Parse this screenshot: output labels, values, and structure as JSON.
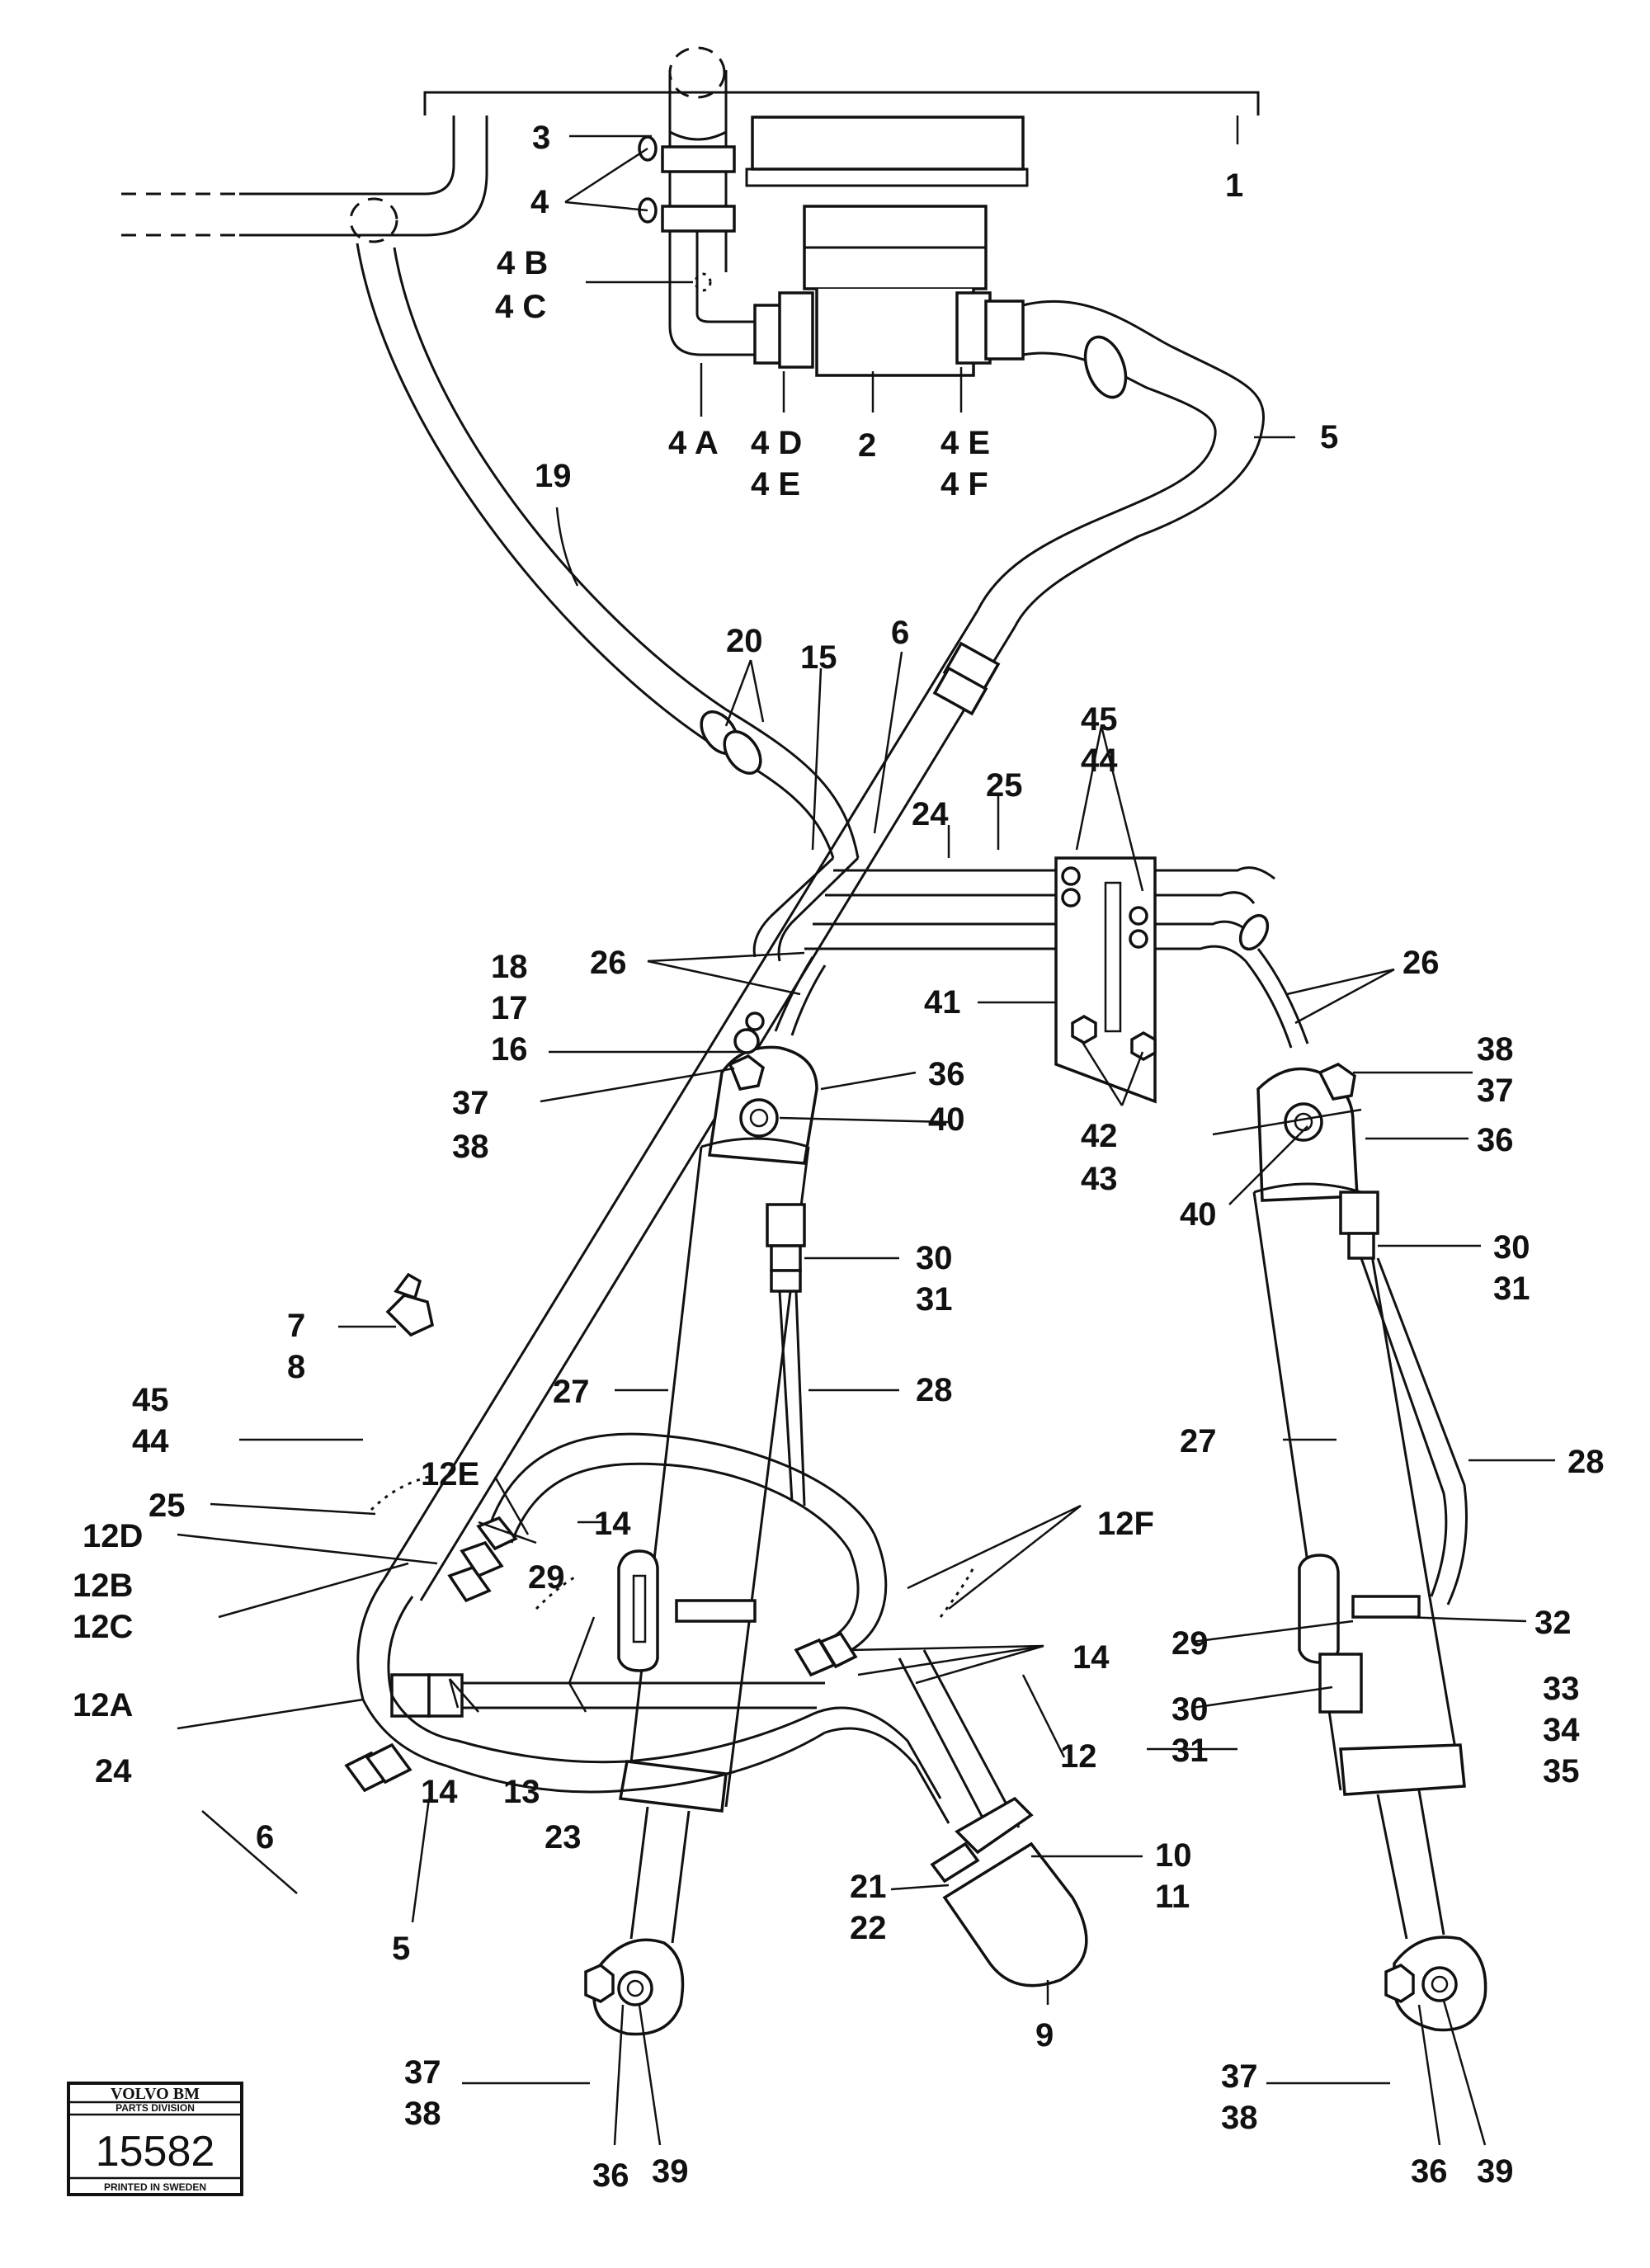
{
  "labels": {
    "l1": "1",
    "l2": "2",
    "l3": "3",
    "l4": "4",
    "l4b": "4 B",
    "l4c": "4 C",
    "l4a": "4 A",
    "l4d": "4 D",
    "l4e": "4 E",
    "l4e2": "4 E",
    "l4f": "4 F",
    "l5": "5",
    "l5b": "5",
    "l6": "6",
    "l6b": "6",
    "l7": "7",
    "l8": "8",
    "l9": "9",
    "l10": "10",
    "l11": "11",
    "l12": "12",
    "l12a": "12A",
    "l12b": "12B",
    "l12c": "12C",
    "l12d": "12D",
    "l12e": "12E",
    "l12f": "12F",
    "l13": "13",
    "l14a": "14",
    "l14b": "14",
    "l14c": "14",
    "l15": "15",
    "l16": "16",
    "l17": "17",
    "l18": "18",
    "l19": "19",
    "l20": "20",
    "l21": "21",
    "l22": "22",
    "l23": "23",
    "l24a": "24",
    "l24b": "24",
    "l25a": "25",
    "l25b": "25",
    "l26a": "26",
    "l26b": "26",
    "l27a": "27",
    "l27b": "27",
    "l28a": "28",
    "l28b": "28",
    "l29a": "29",
    "l29b": "29",
    "l30a": "30",
    "l31a": "31",
    "l30b": "30",
    "l31b": "31",
    "l30c": "30",
    "l31c": "31",
    "l32": "32",
    "l33": "33",
    "l34": "34",
    "l35": "35",
    "l36a": "36",
    "l36b": "36",
    "l36c": "36",
    "l36d": "36",
    "l37a": "37",
    "l38a": "38",
    "l37b": "37",
    "l38b": "38",
    "l37c": "37",
    "l38c": "38",
    "l37d": "37",
    "l38d": "38",
    "l39a": "39",
    "l39b": "39",
    "l40a": "40",
    "l40b": "40",
    "l41": "41",
    "l42": "42",
    "l43": "43",
    "l44a": "44",
    "l45a": "45",
    "l44b": "44",
    "l45b": "45"
  },
  "stamp": {
    "brand": "VOLVO BM",
    "division": "PARTS DIVISION",
    "number": "15582",
    "printed": "PRINTED IN SWEDEN"
  }
}
